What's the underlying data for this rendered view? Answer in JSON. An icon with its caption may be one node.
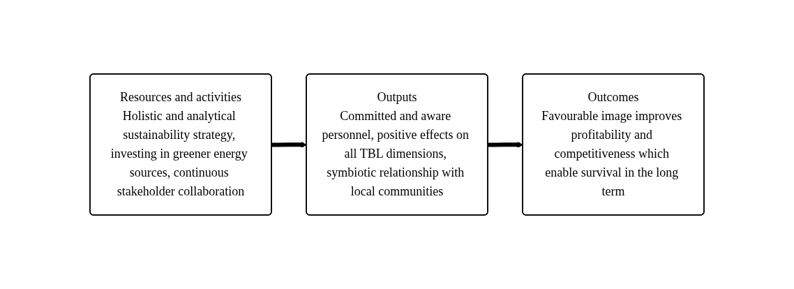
{
  "diagram": {
    "nodes": [
      {
        "text": [
          "Resources and activities",
          "Holistic and analytical sustainability strategy, investing in greener energy sources, continuous stakeholder collaboration"
        ]
      },
      {
        "text": [
          "Outputs",
          "Committed and aware personnel, positive effects on all TBL dimensions, symbiotic relationship with local communities"
        ]
      },
      {
        "text": [
          "Outcomes",
          "Favourable image improves profitability and competitiveness which enable survival in the long term"
        ]
      }
    ],
    "edges": [
      {
        "from": 0,
        "to": 1,
        "arrow": "to"
      },
      {
        "from": 1,
        "to": 2,
        "arrow": "to"
      }
    ]
  }
}
